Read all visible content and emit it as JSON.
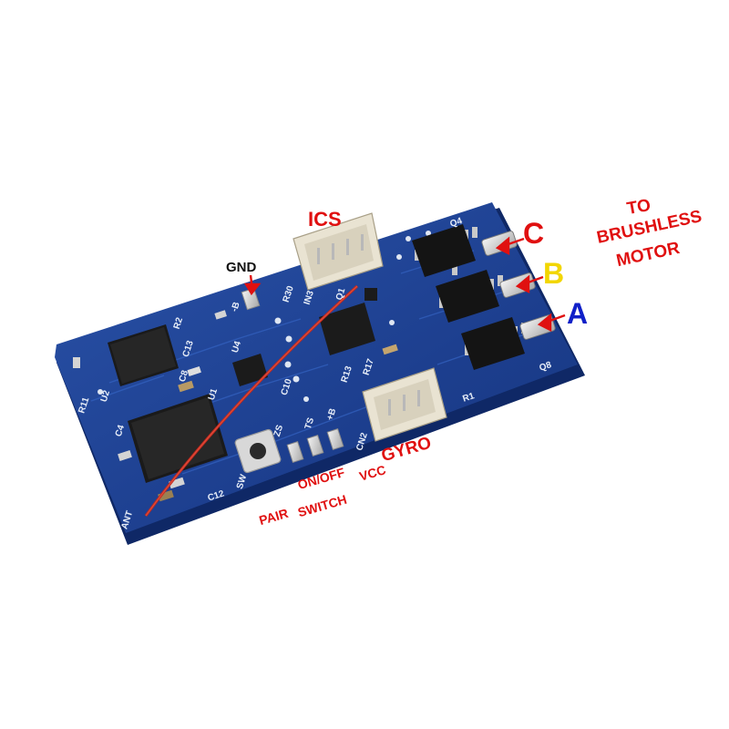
{
  "labels": {
    "gnd": "GND",
    "ics": "ICS",
    "gyro": "GYRO",
    "phase_c": "C",
    "phase_b": "B",
    "phase_a": "A",
    "motor_line1": "TO",
    "motor_line2": "BRUSHLESS",
    "motor_line3": "MOTOR",
    "pair": "PAIR",
    "onoff": "ON/OFF",
    "switch": "SWITCH",
    "vcc": "VCC"
  },
  "silkscreen": {
    "r30": "R30",
    "in3": "IN3",
    "q1": "Q1",
    "q4": "Q4",
    "q8": "Q8",
    "r1": "R1",
    "r13": "R13",
    "r17": "R17",
    "c10": "C10",
    "c13": "C13",
    "c12": "C12",
    "c8": "C8",
    "c4": "C4",
    "r2": "R2",
    "u1": "U1",
    "u2": "U2",
    "u4": "U4",
    "r11": "R11",
    "sw": "SW",
    "ant": "ANT",
    "zs": "ZS",
    "ts": "TS",
    "b_plus": "+B",
    "cn2": "CN2",
    "b_minus": "-B"
  },
  "colors": {
    "board": "#1d3f8f",
    "board_edge": "#0f2866",
    "label_red": "#e01010",
    "label_yellow": "#f2d600",
    "label_blue": "#1020c8",
    "label_black": "#111111",
    "antenna": "#c8281c"
  }
}
